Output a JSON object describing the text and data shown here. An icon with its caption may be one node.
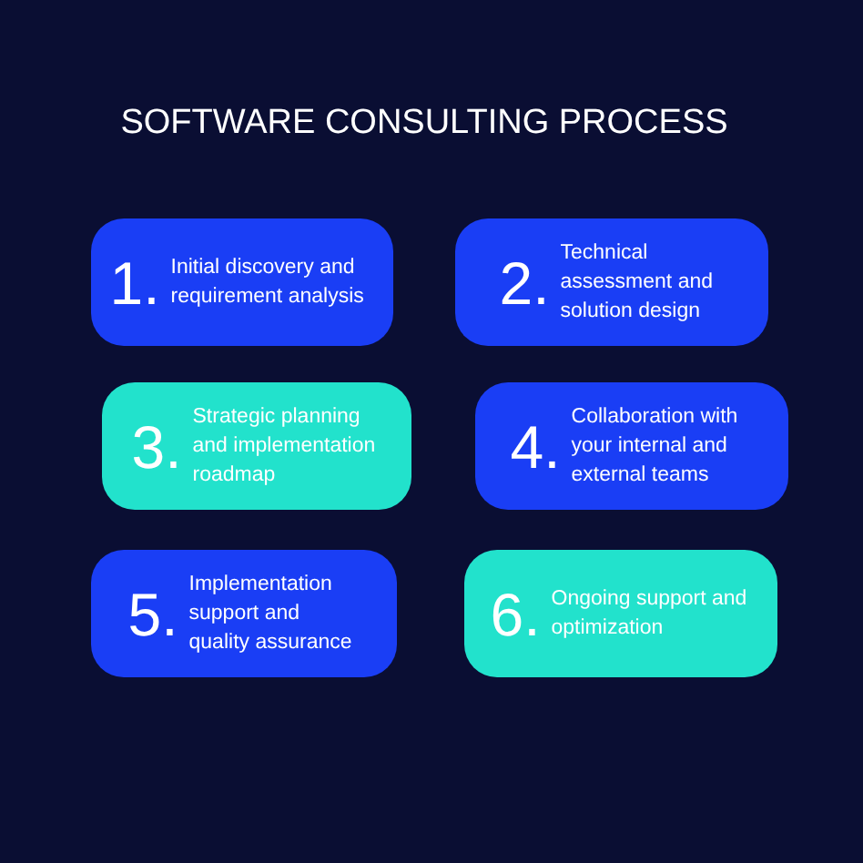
{
  "diagram": {
    "title": "SOFTWARE CONSULTING PROCESS",
    "nodes": [
      {
        "text": [
          "1.",
          "Initial discovery and requirement analysis"
        ]
      },
      {
        "text": [
          "2.",
          "Technical assessment and solution design"
        ]
      },
      {
        "text": [
          "3.",
          "Strategic planning and implementation roadmap"
        ]
      },
      {
        "text": [
          "4.",
          "Collaboration with your internal and external teams"
        ]
      },
      {
        "text": [
          "5.",
          "Implementation support and quality assurance"
        ]
      },
      {
        "text": [
          "6.",
          "Ongoing support and optimization"
        ]
      }
    ],
    "edges": []
  }
}
